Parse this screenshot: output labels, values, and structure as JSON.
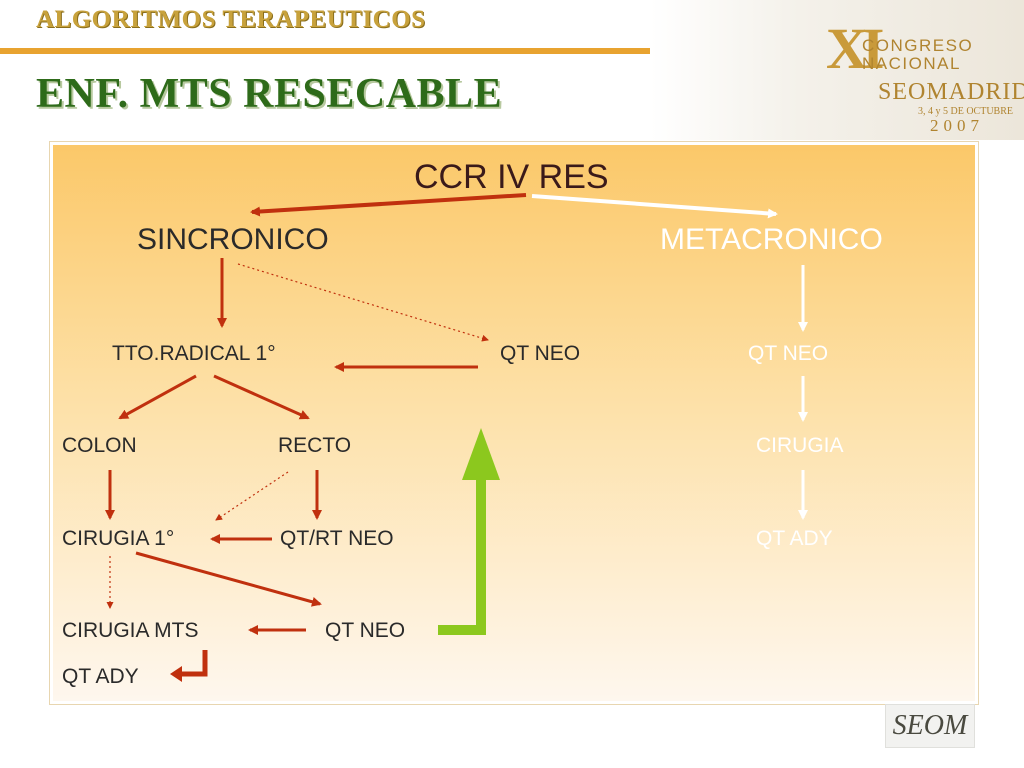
{
  "header": {
    "section": "ALGORITMOS TERAPEUTICOS",
    "title": "ENF. MTS   RESECABLE"
  },
  "logo": {
    "xi": "XI",
    "congreso": "CONGRESO",
    "nacional": "NACIONAL",
    "seom": "SEOMADRID",
    "dates": "3, 4 y 5 DE OCTUBRE",
    "year": "2007"
  },
  "diagram": {
    "root": "CCR IV  RES",
    "sincronico": "SINCRONICO",
    "metacronico": "METACRONICO",
    "tto_radical": "TTO.RADICAL 1°",
    "qt_neo_center": "QT NEO",
    "qt_neo_right": "QT NEO",
    "colon": "COLON",
    "recto": "RECTO",
    "cirugia_right": "CIRUGIA",
    "cirugia_1": "CIRUGIA 1°",
    "qt_rt_neo": "QT/RT NEO",
    "qt_ady_right": "QT ADY",
    "cirugia_mts": "CIRUGIA MTS",
    "qt_neo_bottom": "QT NEO",
    "qt_ady_bottom": "QT ADY"
  },
  "footer_logo": "SEOM",
  "colors": {
    "accent_bar": "#e8a330",
    "title_green": "#2e6b1a",
    "arrow_red": "#c0300e",
    "arrow_green": "#8cc81e",
    "arrow_faded": "#ffffff"
  }
}
